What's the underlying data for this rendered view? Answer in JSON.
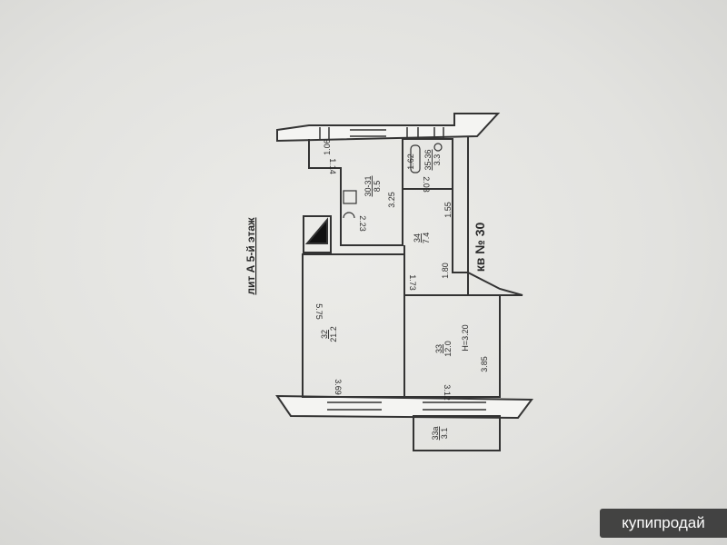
{
  "title": "лит А  5-й этаж",
  "apartment": "кв № 30",
  "ceiling_height": "H=3.20",
  "rooms": [
    {
      "number": "32",
      "area": "21.2"
    },
    {
      "number": "33",
      "area": "12.0"
    },
    {
      "number": "33а",
      "area": "3.1"
    },
    {
      "number": "30-31",
      "area": "8.5"
    },
    {
      "number": "34",
      "area": "7.4"
    },
    {
      "number": "35-36",
      "area": "3.3"
    }
  ],
  "dimensions": [
    "5.75",
    "3.69",
    "3.85",
    "3.12",
    "3.25",
    "2.23",
    "1.14",
    "1.06",
    "1.62",
    "2.03",
    "1.55",
    "1.80",
    "1.73"
  ],
  "watermark": "купипродай"
}
